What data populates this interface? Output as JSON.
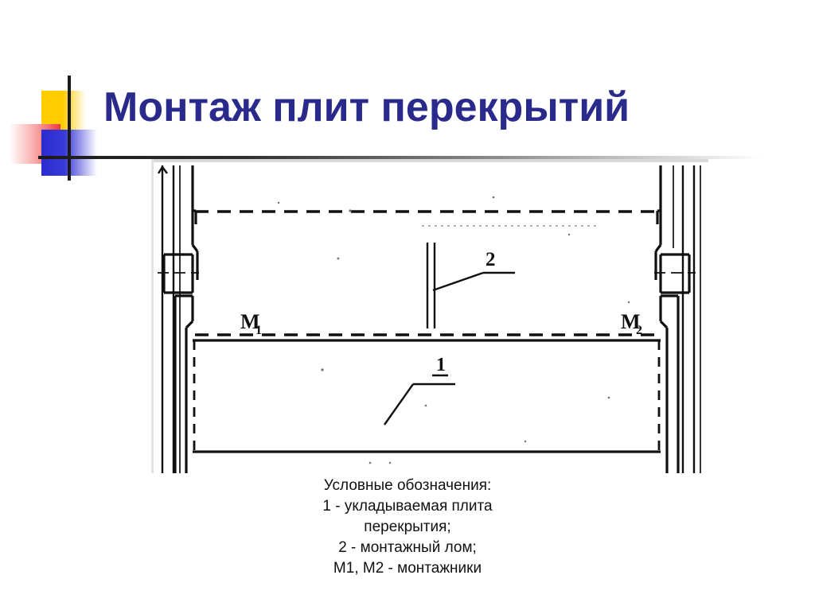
{
  "slide": {
    "title": "Монтаж плит перекрытий",
    "title_color": "#2A2A8C",
    "background": "#ffffff"
  },
  "decoration": {
    "yellow_square": "#FFCC00",
    "red_square": "#F03A3A",
    "blue_square": "#2B2BD0",
    "rule_color": "#1a1a1a",
    "vertical_line_color": "#1a1a1a"
  },
  "drawing": {
    "name": "floor-slab-installation-plan",
    "line_color": "#101010",
    "labels": {
      "crowbar": "2",
      "slab": "1",
      "worker_left": "М",
      "worker_left_sub": "1",
      "worker_right": "М",
      "worker_right_sub": "2"
    }
  },
  "legend": {
    "heading": "Условные обозначения:",
    "lines": [
      "1 - укладываемая плита",
      "перекрытия;",
      "2 - монтажный лом;",
      "М1, М2 - монтажники"
    ]
  }
}
